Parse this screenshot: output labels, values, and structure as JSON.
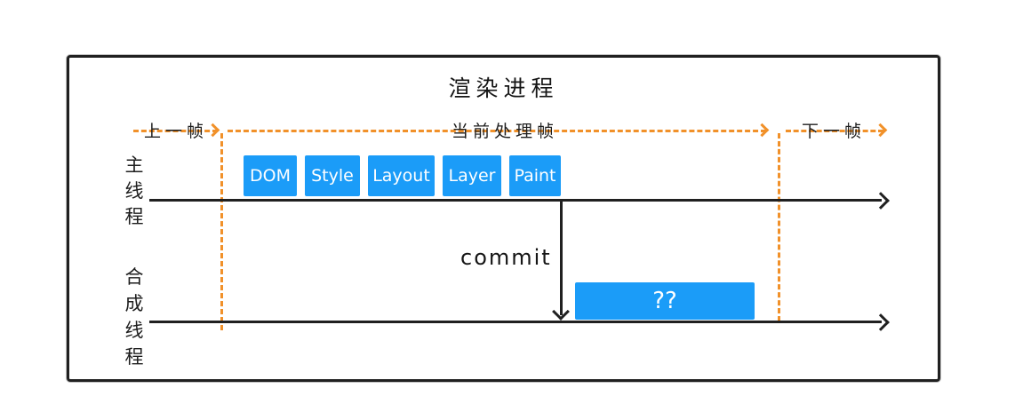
{
  "diagram": {
    "title": "渲染进程",
    "frame_markers": {
      "prev_frame": "上一帧",
      "current_frame": "当前处理帧",
      "next_frame": "下一帧"
    },
    "threads": {
      "main": "主线程",
      "compositor": "合成线程"
    },
    "stages": [
      "DOM",
      "Style",
      "Layout",
      "Layer",
      "Paint"
    ],
    "commit_label": "commit",
    "compositor_task": "??",
    "colors": {
      "accent_orange": "#F1912A",
      "stage_blue": "#1B9CF8",
      "line_black": "#202020"
    }
  }
}
